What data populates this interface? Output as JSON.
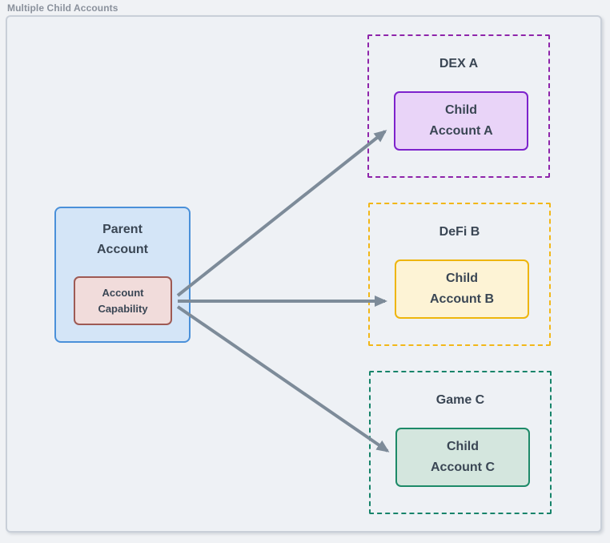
{
  "page": {
    "title": "Multiple Child Accounts"
  },
  "parent": {
    "label_line1": "Parent",
    "label_line2": "Account",
    "capability_line1": "Account",
    "capability_line2": "Capability"
  },
  "groups": [
    {
      "label": "DEX A",
      "child_line1": "Child",
      "child_line2": "Account A"
    },
    {
      "label": "DeFi B",
      "child_line1": "Child",
      "child_line2": "Account B"
    },
    {
      "label": "Game C",
      "child_line1": "Child",
      "child_line2": "Account C"
    }
  ],
  "colors": {
    "background": "#f0f2f5",
    "canvas_fill": "#eef1f5",
    "canvas_border": "#c9cfd8",
    "title_text": "#8a919c",
    "node_text": "#3a4654",
    "arrow": "#7d8b99",
    "parent_fill": "#d4e5f7",
    "parent_border": "#4a90d9",
    "capability_fill": "#f1dcdb",
    "capability_border": "#9e5a54",
    "group_a_border": "#8e24aa",
    "child_a_fill": "#e9d4f8",
    "child_a_border": "#7d22cc",
    "group_b_border": "#f2b718",
    "child_b_fill": "#fdf3d5",
    "child_b_border": "#eeb50c",
    "group_c_border": "#17846a",
    "child_c_fill": "#d4e6de",
    "child_c_border": "#1d8a68"
  }
}
